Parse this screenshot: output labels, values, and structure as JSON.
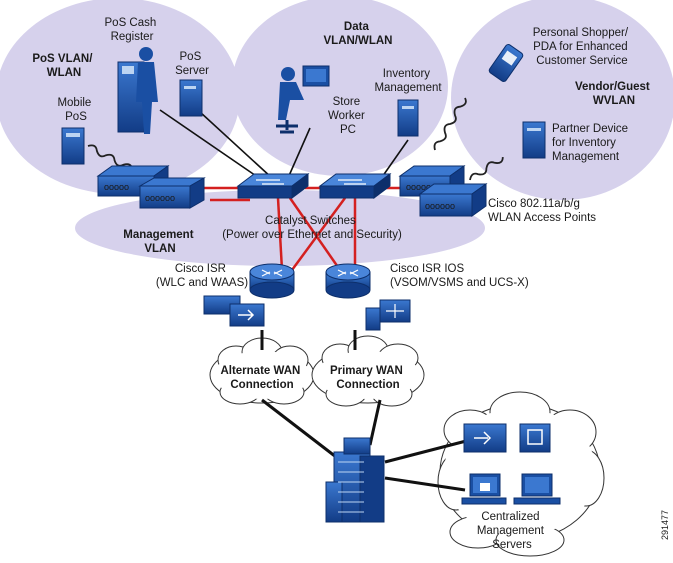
{
  "zones": {
    "pos_vlan": [
      "PoS VLAN/",
      "WLAN"
    ],
    "data_vlan": [
      "Data",
      "VLAN/WLAN"
    ],
    "vendor_vlan": [
      "Vendor/Guest",
      "WVLAN"
    ],
    "mgmt_vlan": [
      "Management",
      "VLAN"
    ]
  },
  "devices": {
    "pos_cash_register": [
      "PoS Cash",
      "Register"
    ],
    "pos_server": [
      "PoS",
      "Server"
    ],
    "mobile_pos": [
      "Mobile",
      "PoS"
    ],
    "store_worker_pc": [
      "Store",
      "Worker",
      "PC"
    ],
    "inventory_management": [
      "Inventory",
      "Management"
    ],
    "personal_shopper": [
      "Personal Shopper/",
      "PDA for Enhanced",
      "Customer Service"
    ],
    "partner_device": [
      "Partner Device",
      "for Inventory",
      "Management"
    ],
    "access_points": [
      "Cisco 802.11a/b/g",
      "WLAN Access Points"
    ],
    "catalyst_switches": [
      "Catalyst Switches",
      "(Power over Ethernet and Security)"
    ],
    "isr_left": [
      "Cisco ISR",
      "(WLC and WAAS)"
    ],
    "isr_right": [
      "Cisco ISR IOS",
      "(VSOM/VSMS and UCS-X)"
    ],
    "alternate_wan": [
      "Alternate WAN",
      "Connection"
    ],
    "primary_wan": [
      "Primary WAN",
      "Connection"
    ],
    "central_servers": [
      "Centralized",
      "Management",
      "Servers"
    ]
  },
  "figure_id": "291477",
  "colors": {
    "zone_fill": "#d6d1ec",
    "device_blue": "#1a4fa3",
    "device_dark": "#0d2f6b",
    "lan_link": "#d42020",
    "wan_link": "#111111"
  }
}
